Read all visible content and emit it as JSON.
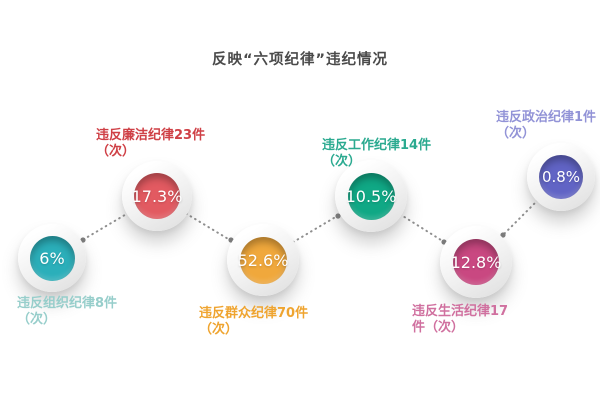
{
  "title": "反映“六项纪律”违纪情况",
  "items": [
    {
      "pct": "6%",
      "label_line1": "违反组织纪律8件",
      "label_line2": "（次）",
      "color": "#2bafba",
      "label_color": "#97cecb"
    },
    {
      "pct": "17.3%",
      "label_line1": "违反廉洁纪律23件",
      "label_line2": "（次）",
      "color": "#e25a61",
      "label_color": "#cf4046"
    },
    {
      "pct": "52.6%",
      "label_line1": "违反群众纪律70件",
      "label_line2": "（次）",
      "color": "#f0a83c",
      "label_color": "#efa42f"
    },
    {
      "pct": "10.5%",
      "label_line1": "违反工作纪律14件",
      "label_line2": "（次）",
      "color": "#10a885",
      "label_color": "#2baa90"
    },
    {
      "pct": "12.8%",
      "label_line1": "违反生活纪律17",
      "label_line2": "件（次）",
      "color": "#c94881",
      "label_color": "#d0709f"
    },
    {
      "pct": "0.8%",
      "label_line1": "违反政治纪律1件",
      "label_line2": "（次）",
      "color": "#6164c5",
      "label_color": "#9293d7"
    }
  ],
  "connector_color": "#8f8f8f",
  "chart_data": {
    "type": "pie",
    "title": "反映“六项纪律”违纪情况",
    "categories": [
      "违反组织纪律",
      "违反廉洁纪律",
      "违反群众纪律",
      "违反工作纪律",
      "违反生活纪律",
      "违反政治纪律"
    ],
    "values": [
      6,
      17.3,
      52.6,
      10.5,
      12.8,
      0.8
    ],
    "counts_cases": [
      8,
      23,
      70,
      14,
      17,
      1
    ],
    "unit": "件（次）",
    "value_unit": "%",
    "colors": [
      "#2bafba",
      "#e25a61",
      "#f0a83c",
      "#10a885",
      "#c94881",
      "#6164c5"
    ],
    "legend_position": "none",
    "grid": false,
    "annotation_style": "labeled circles connected by dotted zigzag line"
  }
}
